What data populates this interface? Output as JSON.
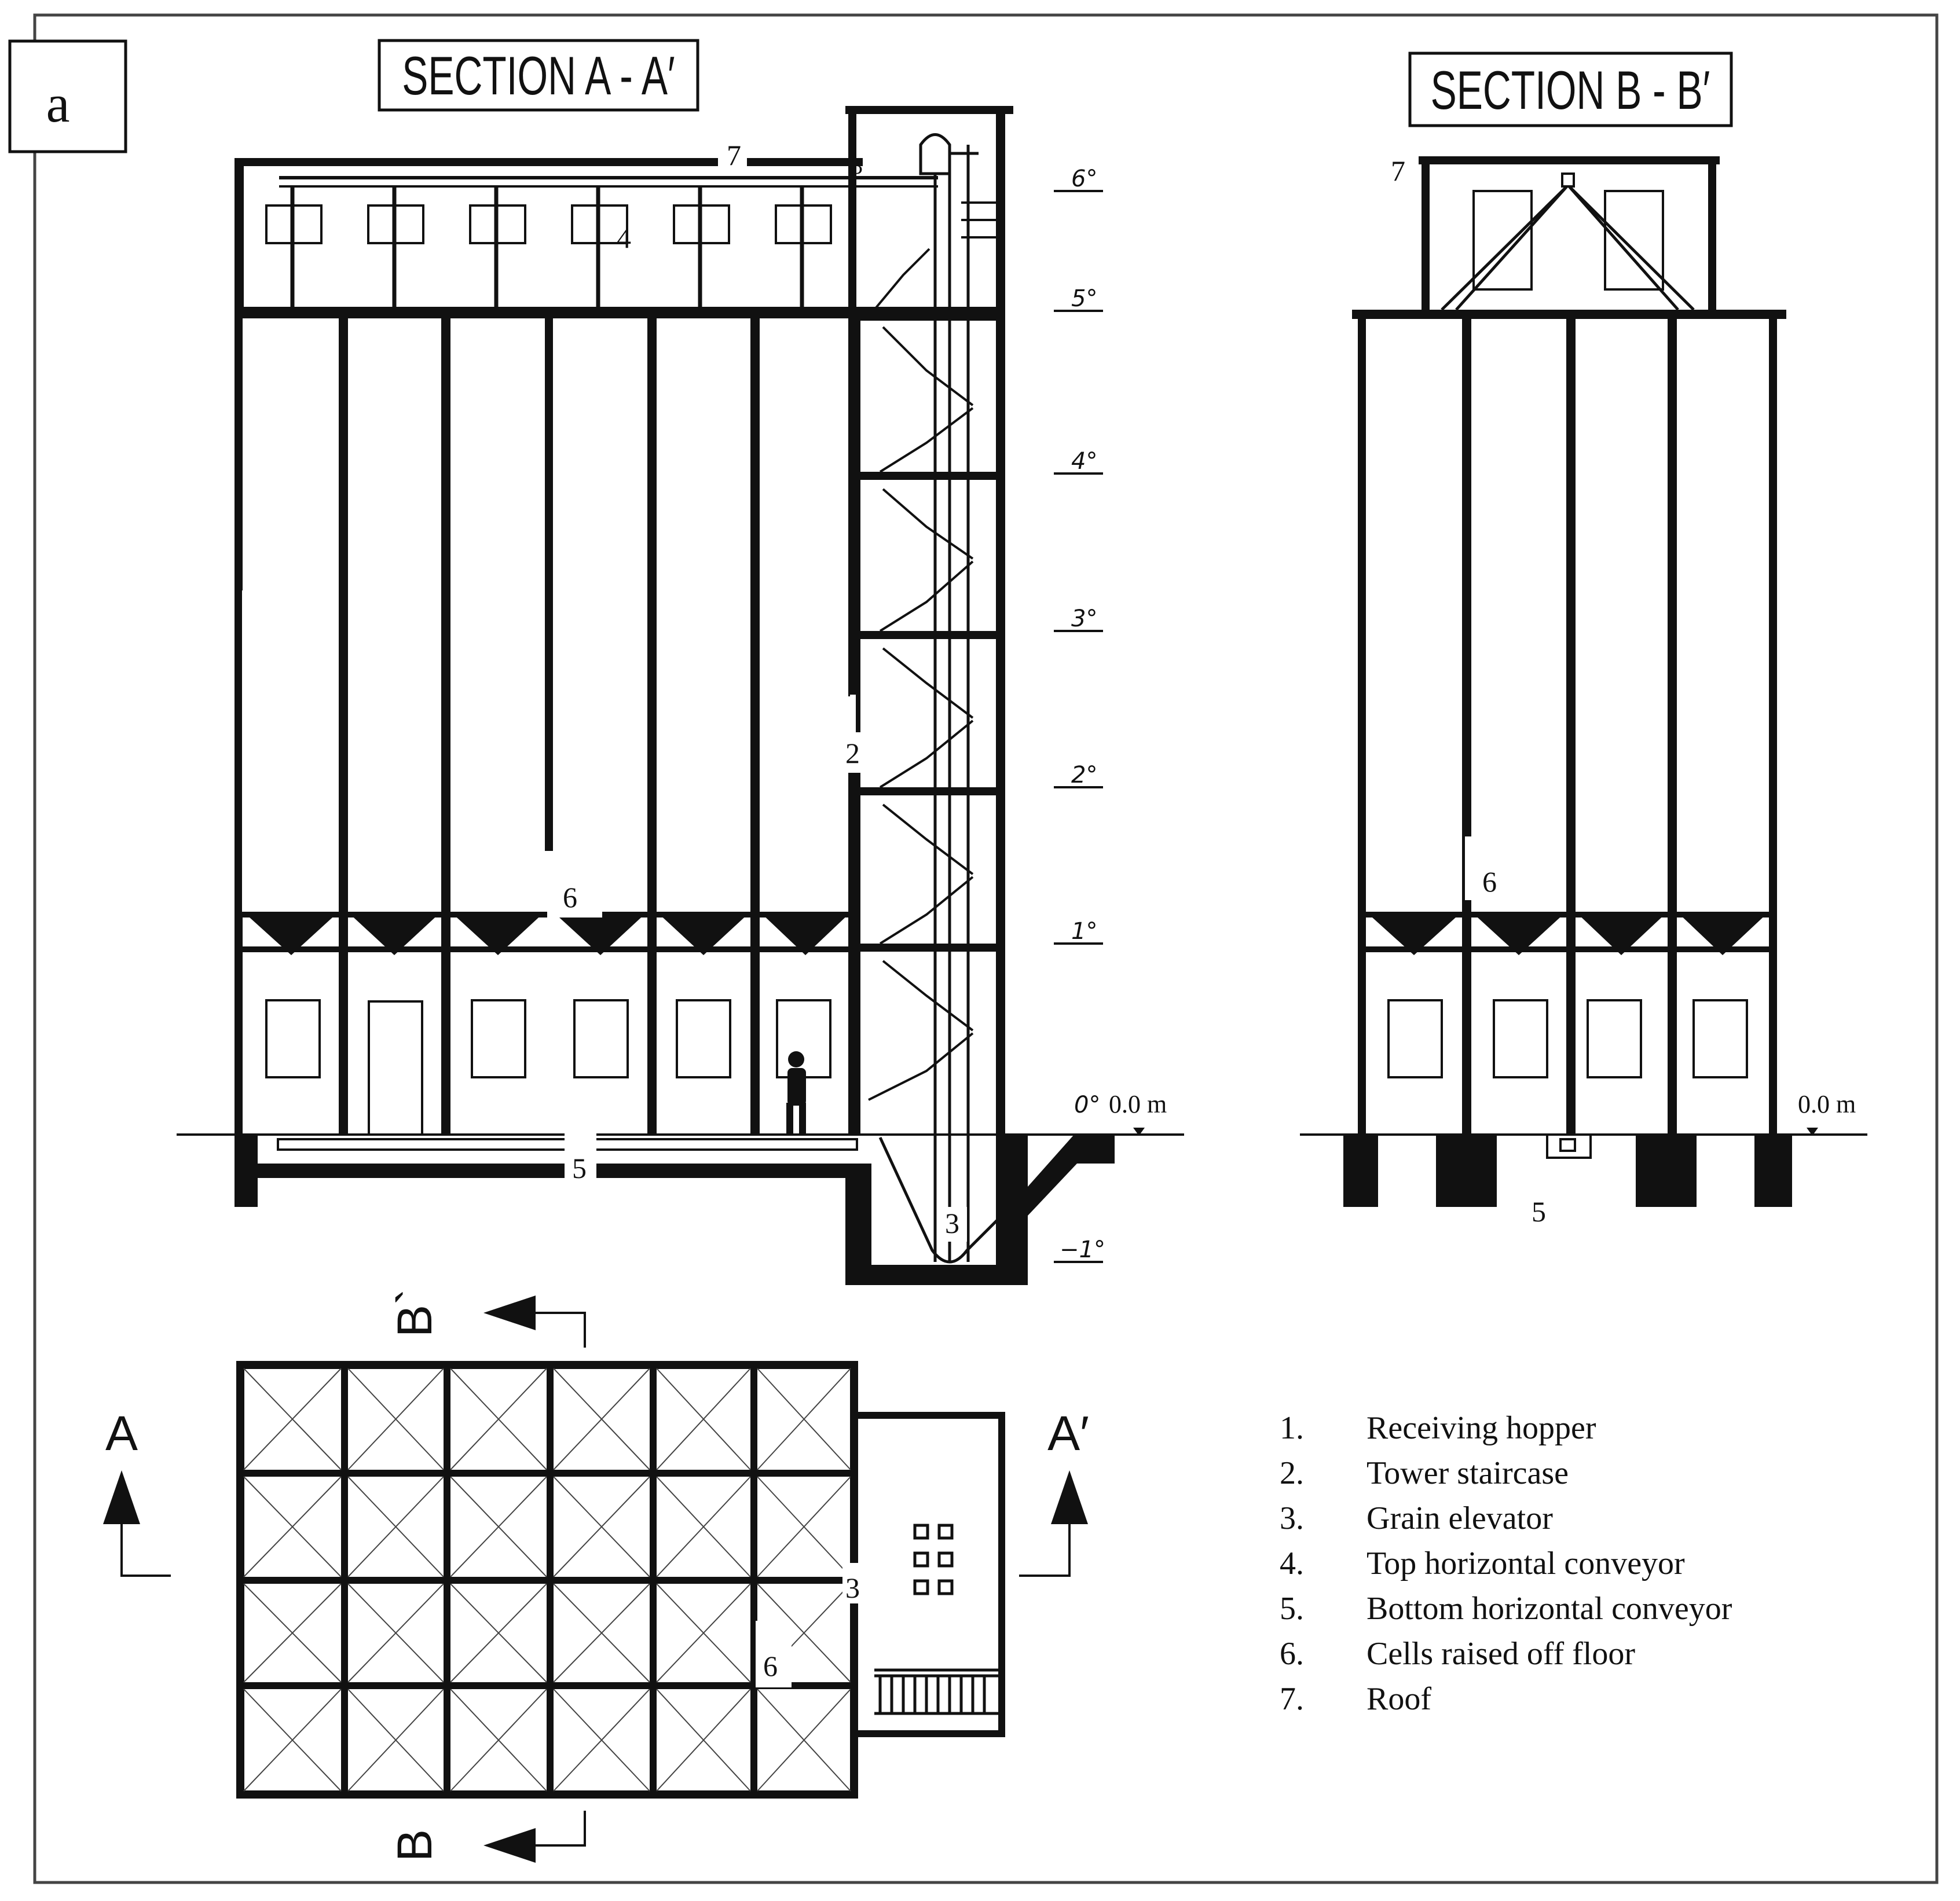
{
  "panel_label": "a",
  "section_aa": {
    "title": "SECTION A - A′"
  },
  "section_bb": {
    "title": "SECTION B - B′"
  },
  "floor_levels": [
    "6°",
    "5°",
    "4°",
    "3°",
    "2°",
    "1°",
    "0°",
    "−1°"
  ],
  "ground_level_aa": "0.0 m",
  "ground_level_bb": "0.0 m",
  "callouts_aa": {
    "roof": "7",
    "hopper_top": "3",
    "top_conveyor": "4",
    "staircase": "2",
    "cells": "6",
    "bottom_conveyor": "5",
    "elevator": "3"
  },
  "callouts_bb": {
    "roof": "7",
    "cells": "6",
    "bottom_conveyor": "5"
  },
  "callouts_plan": {
    "elevator": "3",
    "cells": "6"
  },
  "section_markers": {
    "a_left": "A",
    "a_right": "A′",
    "b_top": "B`",
    "b_bottom": "B"
  },
  "legend": [
    {
      "num": "1.",
      "text": "Receiving hopper"
    },
    {
      "num": "2.",
      "text": "Tower staircase"
    },
    {
      "num": "3.",
      "text": "Grain elevator"
    },
    {
      "num": "4.",
      "text": "Top horizontal conveyor"
    },
    {
      "num": "5.",
      "text": "Bottom horizontal conveyor"
    },
    {
      "num": "6.",
      "text": "Cells raised off floor"
    },
    {
      "num": "7.",
      "text": "Roof"
    }
  ]
}
